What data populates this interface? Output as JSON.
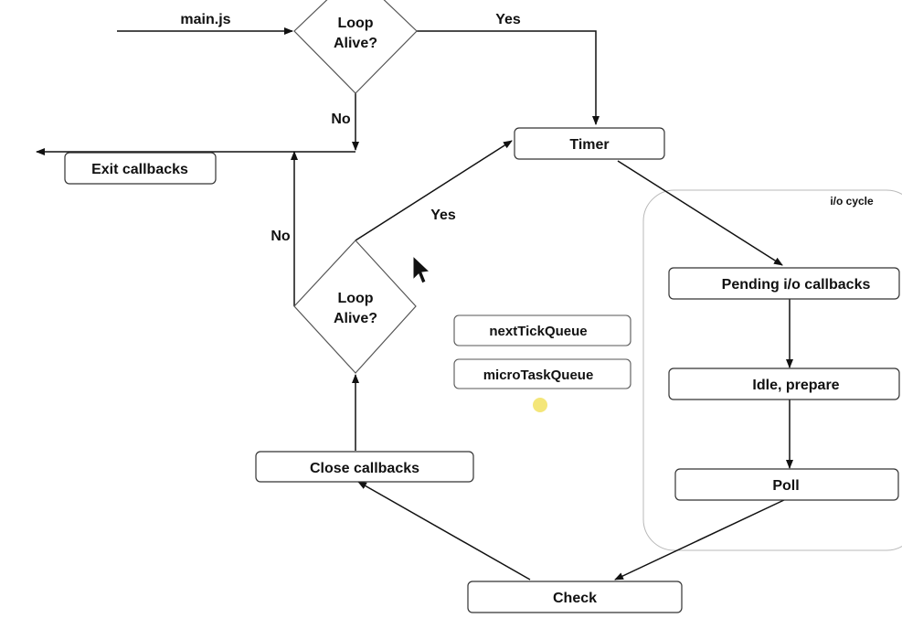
{
  "entry_label": "main.js",
  "decision_top": {
    "line1": "Loop",
    "line2": "Alive?"
  },
  "decision_mid": {
    "line1": "Loop",
    "line2": "Alive?"
  },
  "edge_labels": {
    "top_yes": "Yes",
    "top_no": "No",
    "mid_yes": "Yes",
    "mid_no": "No"
  },
  "nodes": {
    "exit_callbacks": "Exit callbacks",
    "timer": "Timer",
    "pending_io": "Pending i/o callbacks",
    "idle_prepare": "Idle, prepare",
    "poll": "Poll",
    "check": "Check",
    "close_callbacks": "Close callbacks"
  },
  "queues": {
    "next_tick": "nextTickQueue",
    "micro_task": "microTaskQueue"
  },
  "io_cycle_label": "i/o cycle",
  "colors": {
    "stroke": "#111111",
    "box_border": "#333333",
    "io_region_border": "#b8b8b8",
    "cursor_highlight": "#f3e36a"
  }
}
